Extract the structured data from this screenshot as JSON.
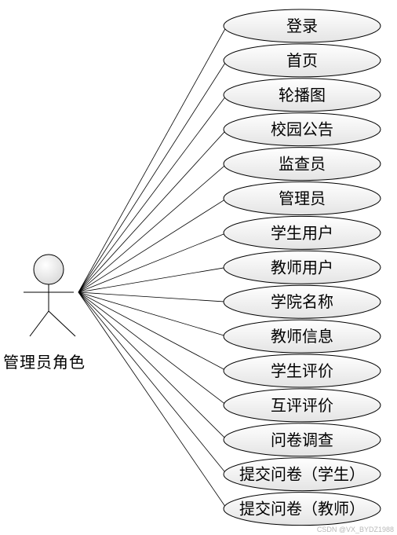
{
  "actor": {
    "label": "管理员角色"
  },
  "use_cases": [
    "登录",
    "首页",
    "轮播图",
    "校园公告",
    "监查员",
    "管理员",
    "学生用户",
    "教师用户",
    "学院名称",
    "教师信息",
    "学生评价",
    "互评评价",
    "问卷调查",
    "提交问卷（学生）",
    "提交问卷（教师）"
  ],
  "watermark": "CSDN @VX_BYDZ1988"
}
